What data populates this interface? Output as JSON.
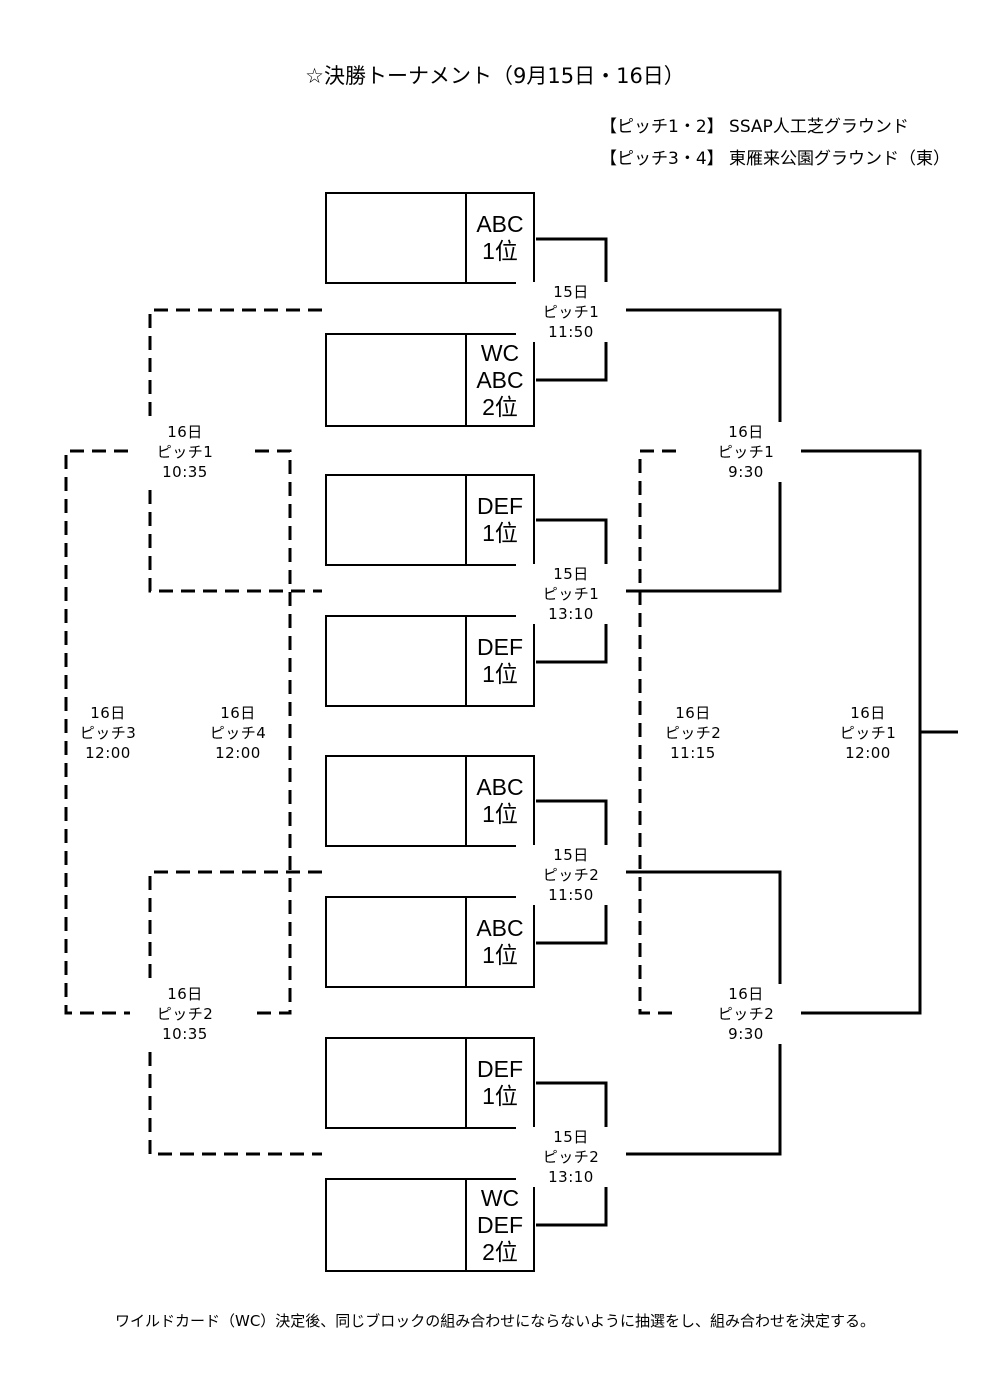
{
  "title": "☆決勝トーナメント（9月15日・16日）",
  "venues": [
    "【ピッチ1・2】 SSAP人工芝グラウンド",
    "【ピッチ3・4】 東雁来公園グラウンド（東）"
  ],
  "teams": [
    {
      "seed": [
        "ABC",
        "1位"
      ]
    },
    {
      "seed": [
        "WC",
        "ABC",
        "2位"
      ]
    },
    {
      "seed": [
        "DEF",
        "1位"
      ]
    },
    {
      "seed": [
        "DEF",
        "1位"
      ]
    },
    {
      "seed": [
        "ABC",
        "1位"
      ]
    },
    {
      "seed": [
        "ABC",
        "1位"
      ]
    },
    {
      "seed": [
        "DEF",
        "1位"
      ]
    },
    {
      "seed": [
        "WC",
        "DEF",
        "2位"
      ]
    }
  ],
  "matches": [
    {
      "id": "r1a",
      "lines": [
        "15日",
        "ピッチ1",
        "11:50"
      ]
    },
    {
      "id": "r1b",
      "lines": [
        "15日",
        "ピッチ1",
        "13:10"
      ]
    },
    {
      "id": "r1c",
      "lines": [
        "15日",
        "ピッチ2",
        "11:50"
      ]
    },
    {
      "id": "r1d",
      "lines": [
        "15日",
        "ピッチ2",
        "13:10"
      ]
    },
    {
      "id": "sf1",
      "lines": [
        "16日",
        "ピッチ1",
        "9:30"
      ]
    },
    {
      "id": "sf2",
      "lines": [
        "16日",
        "ピッチ2",
        "9:30"
      ]
    },
    {
      "id": "final",
      "lines": [
        "16日",
        "ピッチ1",
        "12:00"
      ]
    },
    {
      "id": "third",
      "lines": [
        "16日",
        "ピッチ2",
        "11:15"
      ]
    },
    {
      "id": "cons1",
      "lines": [
        "16日",
        "ピッチ1",
        "10:35"
      ]
    },
    {
      "id": "cons2",
      "lines": [
        "16日",
        "ピッチ2",
        "10:35"
      ]
    },
    {
      "id": "cons3",
      "lines": [
        "16日",
        "ピッチ3",
        "12:00"
      ]
    },
    {
      "id": "cons4",
      "lines": [
        "16日",
        "ピッチ4",
        "12:00"
      ]
    }
  ],
  "note": "ワイルドカード（WC）決定後、同じブロックの組み合わせにならないように抽選をし、組み合わせを決定する。"
}
